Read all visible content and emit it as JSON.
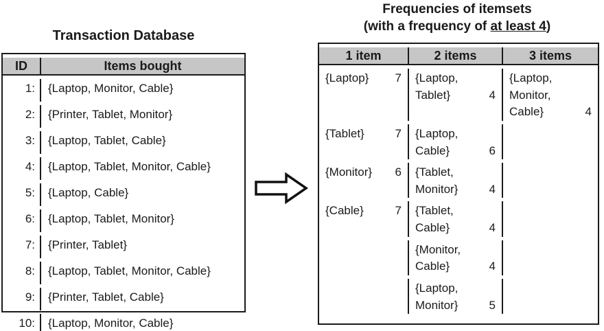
{
  "colors": {
    "header_bg": "#c6c6c6",
    "border": "#1a1a1a",
    "text": "#1a1a1a",
    "background": "#ffffff"
  },
  "icons": {
    "flow_arrow": "block-arrow-right-icon"
  },
  "left": {
    "title": "Transaction Database",
    "header": {
      "id": "ID",
      "items": "Items bought"
    },
    "rows": [
      {
        "id": "1:",
        "items": "{Laptop, Monitor, Cable}"
      },
      {
        "id": "2:",
        "items": "{Printer, Tablet, Monitor}"
      },
      {
        "id": "3:",
        "items": "{Laptop, Tablet, Cable}"
      },
      {
        "id": "4:",
        "items": "{Laptop, Tablet, Monitor, Cable}"
      },
      {
        "id": "5:",
        "items": "{Laptop, Cable}"
      },
      {
        "id": "6:",
        "items": "{Laptop, Tablet, Monitor}"
      },
      {
        "id": "7:",
        "items": "{Printer, Tablet}"
      },
      {
        "id": "8:",
        "items": "{Laptop, Tablet, Monitor, Cable}"
      },
      {
        "id": "9:",
        "items": "{Printer, Tablet, Cable}"
      },
      {
        "id": "10:",
        "items": "{Laptop, Monitor, Cable}"
      }
    ]
  },
  "right": {
    "title_line1": "Frequencies of itemsets",
    "title_line2_prefix": "(with a frequency of ",
    "title_line2_underline": "at least 4",
    "title_line2_suffix": ")",
    "headers": [
      "1 item",
      "2 items",
      "3 items"
    ],
    "rows": [
      [
        {
          "itemset": "{Laptop}",
          "count": "7"
        },
        {
          "itemset": "{Laptop,\nTablet}",
          "count": "4"
        },
        {
          "itemset": "{Laptop,\nMonitor,\nCable}",
          "count": "4"
        }
      ],
      [
        {
          "itemset": "{Tablet}",
          "count": "7"
        },
        {
          "itemset": "{Laptop,\nCable}",
          "count": "6"
        },
        {
          "itemset": "",
          "count": ""
        }
      ],
      [
        {
          "itemset": "{Monitor}",
          "count": "6"
        },
        {
          "itemset": "{Tablet,\nMonitor}",
          "count": "4"
        },
        {
          "itemset": "",
          "count": ""
        }
      ],
      [
        {
          "itemset": "{Cable}",
          "count": "7"
        },
        {
          "itemset": "{Tablet,\nCable}",
          "count": "4"
        },
        {
          "itemset": "",
          "count": ""
        }
      ],
      [
        {
          "itemset": "",
          "count": ""
        },
        {
          "itemset": "{Monitor,\nCable}",
          "count": "4"
        },
        {
          "itemset": "",
          "count": ""
        }
      ],
      [
        {
          "itemset": "",
          "count": ""
        },
        {
          "itemset": "{Laptop,\nMonitor}",
          "count": "5"
        },
        {
          "itemset": "",
          "count": ""
        }
      ]
    ]
  }
}
